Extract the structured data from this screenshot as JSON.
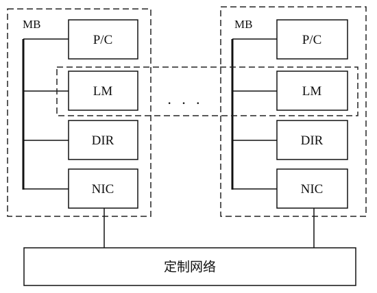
{
  "node_label": "MB",
  "components": {
    "pc": "P/C",
    "lm": "LM",
    "dir": "DIR",
    "nic": "NIC"
  },
  "ellipsis": "· · ·",
  "network_label": "定制网络"
}
